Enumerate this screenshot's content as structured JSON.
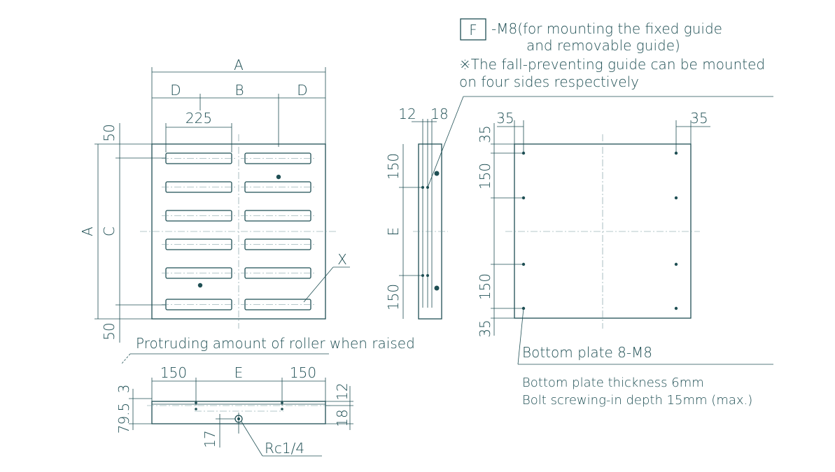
{
  "dim": {
    "a": "A",
    "b": "B",
    "c": "C",
    "d": "D",
    "e": "E",
    "x": "X",
    "v225": "225",
    "v50": "50",
    "v150": "150",
    "v35": "35",
    "v12": "12",
    "v18": "18",
    "v17": "17",
    "v3": "3",
    "v79_5": "79.5",
    "rc": "Rc1/4"
  },
  "notes": {
    "f_box": "F",
    "f_line1": "-M8(for mounting the fixed guide",
    "f_line2": "and removable guide)",
    "guide_line1": "※The fall-preventing guide can be mounted",
    "guide_line2": "on four sides respectively",
    "roller": "Protruding amount of roller when raised",
    "bottom_plate": "Bottom plate 8-M8",
    "thickness": "Bottom plate thickness 6mm",
    "depth": "Bolt screwing-in depth 15mm (max.)"
  },
  "colors": {
    "line": "#1f4f54",
    "centerline": "#6f9197",
    "background": "#ffffff"
  }
}
